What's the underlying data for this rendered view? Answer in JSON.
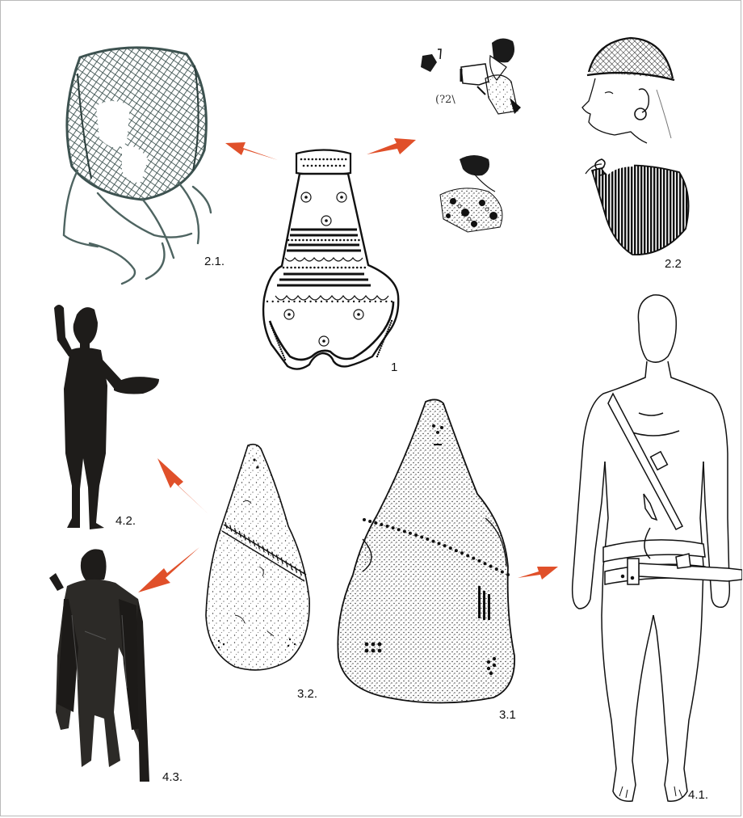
{
  "labels": {
    "fig_1": "1",
    "fig_2_1": "2.1.",
    "fig_2_2": "2.2",
    "fig_3_1": "3.1",
    "fig_3_2": "3.2.",
    "fig_4_1": "4.1.",
    "fig_4_2": "4.2.",
    "fig_4_3": "4.3."
  },
  "colors": {
    "arrow": "#e0502a",
    "ink": "#111111",
    "bronze": "#1e1c1a",
    "net": "#3d5250"
  }
}
